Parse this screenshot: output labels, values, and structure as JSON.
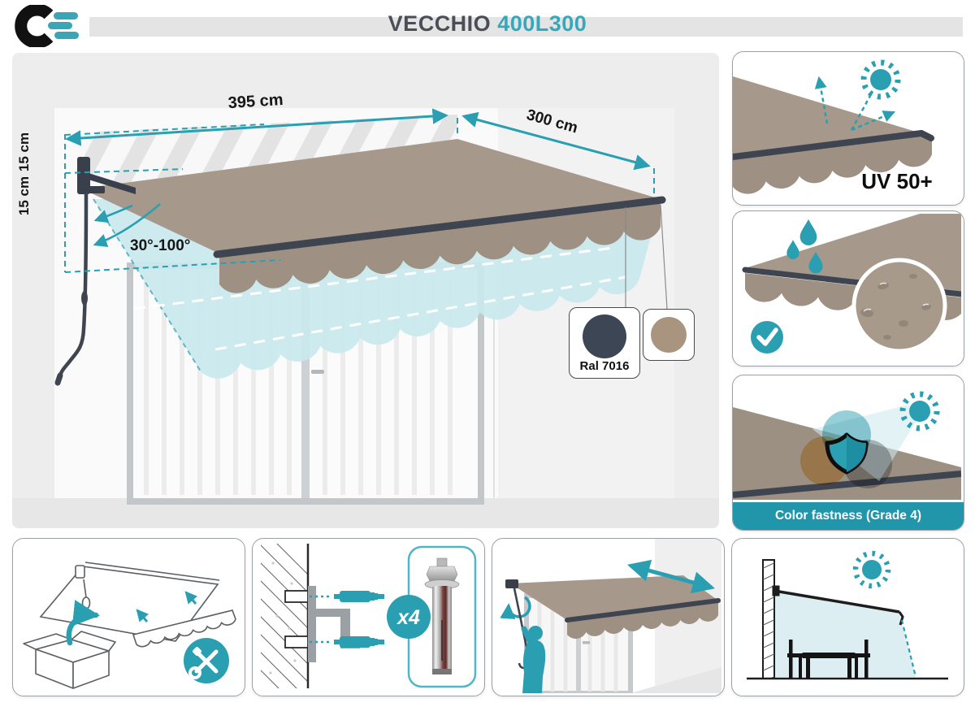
{
  "header": {
    "brand": "CE",
    "title": "VECCHIO",
    "model": "400L300"
  },
  "palette": {
    "accent": "#2A9FB1",
    "banner": "#2196AA",
    "fabric": "#A6998B",
    "frame_dark": "#3E4551",
    "ghost_blue": "#C9E8EE",
    "ral_swatch": "#3D4654",
    "fabric_swatch": "#A8947F"
  },
  "diagram": {
    "width_label": "395 cm",
    "depth_label": "300 cm",
    "height_label_top": "15 cm",
    "height_label_bottom": "15 cm",
    "angle_label": "30°-100°",
    "swatches": [
      {
        "label": "Ral 7016",
        "color": "#3D4654"
      },
      {
        "label": "",
        "color": "#A8947F"
      }
    ]
  },
  "feature_cards": [
    {
      "id": "uv-protection",
      "label": "UV 50+",
      "icon": "sun-icon"
    },
    {
      "id": "water-repellent",
      "label": "",
      "icons": [
        "water-drop-icon",
        "checkmark-icon",
        "magnifier-fabric"
      ]
    },
    {
      "id": "color-fastness",
      "label": "Color fastness (Grade 4)",
      "icons": [
        "sun-icon",
        "shield-icon"
      ]
    }
  ],
  "bottom_cards": [
    {
      "id": "unboxing-assembly",
      "icon": "tools-icon"
    },
    {
      "id": "wall-mounting",
      "badge": "x4",
      "icon": "anchor-bolt"
    },
    {
      "id": "crank-operation",
      "icons": [
        "rotation-arrow-icon",
        "extend-arrow-icon"
      ]
    },
    {
      "id": "shade-coverage",
      "icon": "sun-icon"
    }
  ]
}
